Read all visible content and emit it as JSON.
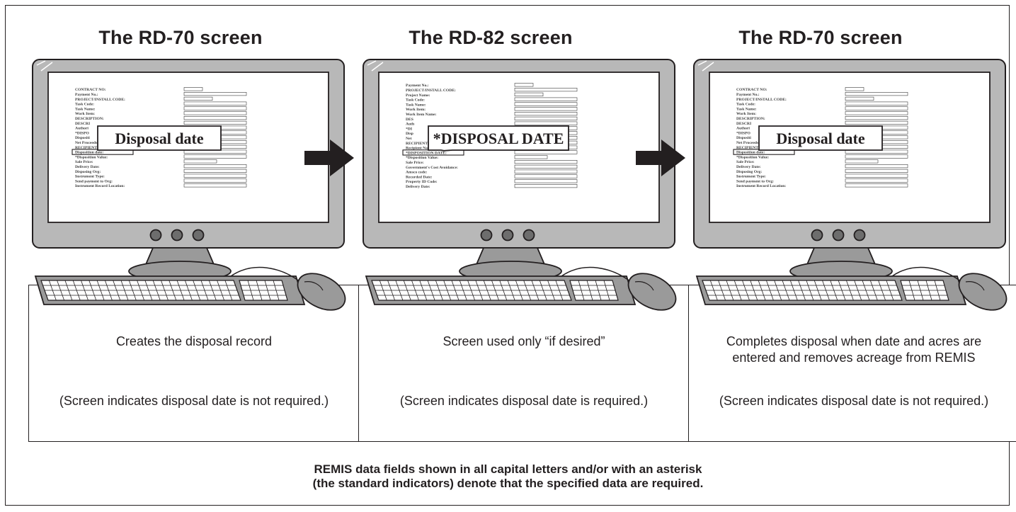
{
  "panels": [
    {
      "title": "The RD-70 screen",
      "callout": "Disposal date",
      "description": "Creates the disposal record",
      "note": "(Screen indicates disposal date is not required.)",
      "fields": [
        "CONTRACT NO:",
        "Payment No.:",
        "PROJECT/INSTALL CODE:",
        "Task Code:",
        "Task Name:",
        "Work Item:",
        "DESCRIPTION:",
        "DESCRI",
        "Authori",
        "*DISPO",
        "Dispositi",
        "Net Proceeds:",
        "RECIPIENT:",
        "Disposition date:",
        "*Disposition Value:",
        "Sale Price:",
        "Delivery Date:",
        "Disposing Org:",
        "Instrument Type:",
        "Send payment to Org:",
        "Instrument Record Location:"
      ]
    },
    {
      "title": "The RD-82 screen",
      "callout": "*DISPOSAL DATE",
      "description": "Screen used only “if desired”",
      "note": "(Screen indicates disposal date is required.)",
      "fields": [
        "Payment No.:",
        "PROJECT/INSTALL CODE:",
        "Project Name:",
        "Task Code:",
        "Task Name:",
        "Work Item:",
        "Work Item Name:",
        "DES",
        "Auth",
        "*DI",
        "Disp",
        "Net",
        "RECIPIENT:",
        "Recipient Name:",
        "*DISPOSITION DATE:",
        "*Disposition Value:",
        "Sale Price:",
        "Government's Cost Avoidance:",
        "Amsco code:",
        "Recorded Date:",
        "Property ID Code:",
        "Delivery Date:"
      ]
    },
    {
      "title": "The RD-70 screen",
      "callout": "Disposal date",
      "description": "Completes disposal when date and acres are entered and removes acreage from REMIS",
      "note": "(Screen indicates disposal date is not required.)",
      "fields": [
        "CONTRACT NO:",
        "Payment No.:",
        "PROJECT/INSTALL CODE:",
        "Task Code:",
        "Task Name:",
        "Work Item:",
        "DESCRIPTION:",
        "DESCRI",
        "Authori",
        "*DISPO",
        "Dispositi",
        "Net Proceeds:",
        "RECIPIENT:",
        "Disposition date:",
        "*Disposition Value:",
        "Sale Price:",
        "Delivery Date:",
        "Disposing Org:",
        "Instrument Type:",
        "Send payment to Org:",
        "Instrument Record Location:"
      ]
    }
  ],
  "footer": {
    "line1": "REMIS data fields shown in all capital letters and/or with an asterisk",
    "line2": "(the standard indicators) denote that the specified data are required."
  },
  "colors": {
    "line": "#231f20",
    "bezel": "#b8b8b8",
    "stand": "#9a9a9a",
    "screen": "#ffffff"
  }
}
